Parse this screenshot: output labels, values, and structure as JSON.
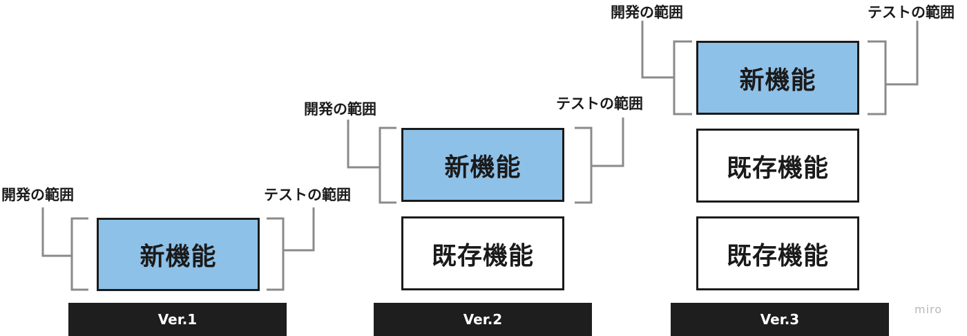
{
  "columns": [
    {
      "version": "Ver.1",
      "dev_label": "開発の範囲",
      "test_label": "テストの範囲",
      "new_feature": "新機能",
      "existing_features": []
    },
    {
      "version": "Ver.2",
      "dev_label": "開発の範囲",
      "test_label": "テストの範囲",
      "new_feature": "新機能",
      "existing_features": [
        "既存機能"
      ]
    },
    {
      "version": "Ver.3",
      "dev_label": "開発の範囲",
      "test_label": "テストの範囲",
      "new_feature": "新機能",
      "existing_features": [
        "既存機能",
        "既存機能"
      ]
    }
  ],
  "watermark": "miro",
  "colors": {
    "new_feature_fill": "#8ec1e8",
    "existing_feature_fill": "#ffffff",
    "version_bar": "#1e1e1e",
    "bracket_line": "#8a8a8a"
  }
}
